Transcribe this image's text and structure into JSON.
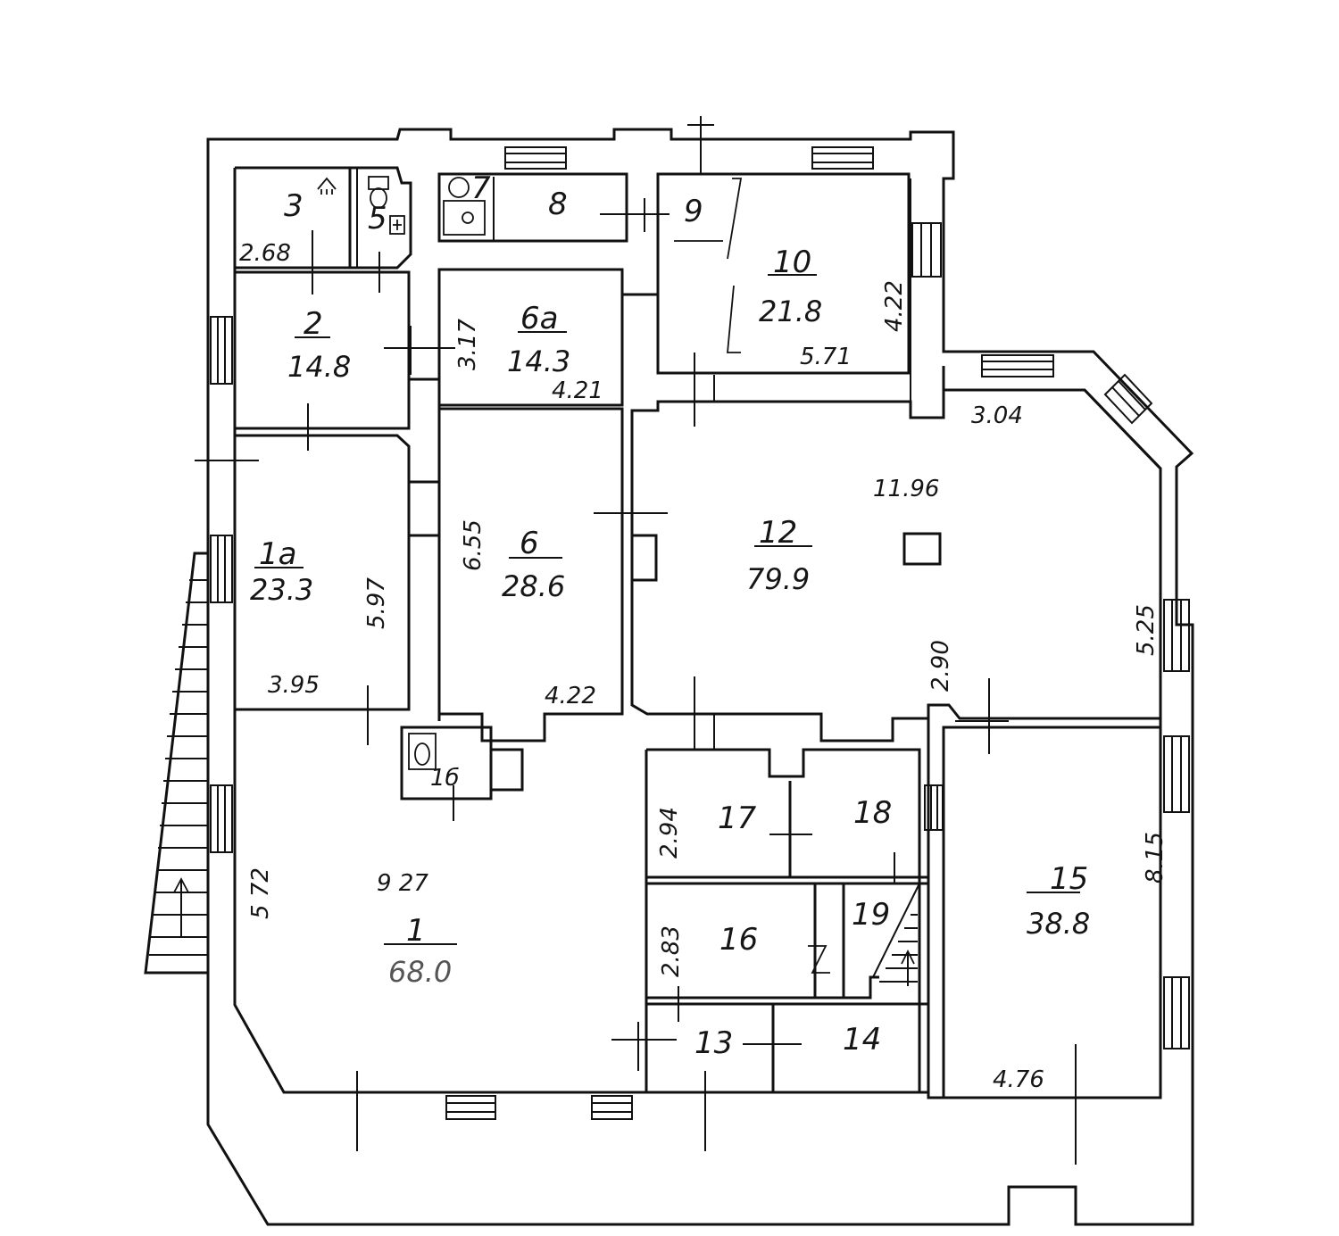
{
  "rooms": [
    {
      "id": "r3",
      "number": "3",
      "area": ""
    },
    {
      "id": "r5",
      "number": "5",
      "area": ""
    },
    {
      "id": "r7",
      "number": "7",
      "area": ""
    },
    {
      "id": "r8",
      "number": "8",
      "area": ""
    },
    {
      "id": "r9",
      "number": "9",
      "area": ""
    },
    {
      "id": "r10",
      "number": "10",
      "area": "21.8"
    },
    {
      "id": "r2",
      "number": "2",
      "area": "14.8"
    },
    {
      "id": "r6a",
      "number": "6a",
      "area": "14.3"
    },
    {
      "id": "r1a",
      "number": "1a",
      "area": "23.3"
    },
    {
      "id": "r6",
      "number": "6",
      "area": "28.6"
    },
    {
      "id": "r12",
      "number": "12",
      "area": "79.9"
    },
    {
      "id": "r1b",
      "number": "1б",
      "area": ""
    },
    {
      "id": "r17",
      "number": "17",
      "area": ""
    },
    {
      "id": "r18",
      "number": "18",
      "area": ""
    },
    {
      "id": "r16",
      "number": "16",
      "area": ""
    },
    {
      "id": "r19",
      "number": "19",
      "area": ""
    },
    {
      "id": "r15",
      "number": "15",
      "area": "38.8"
    },
    {
      "id": "r1",
      "number": "1",
      "area": "68.0"
    },
    {
      "id": "r13",
      "number": "13",
      "area": ""
    },
    {
      "id": "r14",
      "number": "14",
      "area": ""
    }
  ],
  "dimensions": {
    "d_268": "2.68",
    "d_317": "3.17",
    "d_421": "4.21",
    "d_422_10": "4.22",
    "d_571": "5.71",
    "d_304": "3.04",
    "d_1196": "11.96",
    "d_655": "6.55",
    "d_597": "5.97",
    "d_395": "3.95",
    "d_422_6": "4.22",
    "d_525": "5.25",
    "d_290": "2.90",
    "d_572": "5 72",
    "d_927": "9 27",
    "d_294": "2.94",
    "d_283": "2.83",
    "d_815": "8.15",
    "d_476": "4.76"
  }
}
